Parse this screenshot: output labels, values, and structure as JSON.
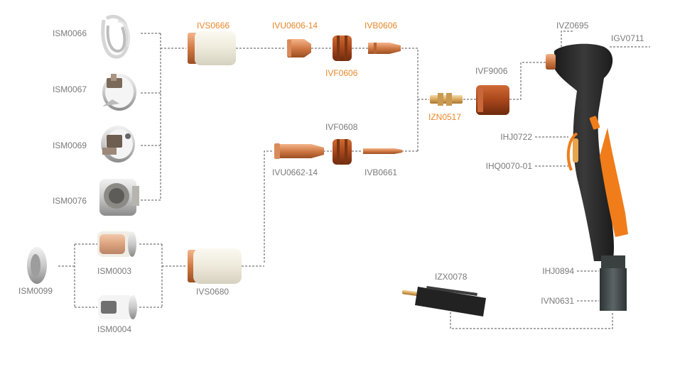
{
  "colors": {
    "label_gray": "#7a7a7a",
    "label_orange": "#e8872a",
    "connector_line": "#555555",
    "copper": "#c9703a",
    "copper_light": "#f2b48a",
    "insulator_white": "#f3f0e6",
    "torch_body": "#2a2a2a",
    "accent_orange": "#f07d1a"
  },
  "parts": {
    "shields": [
      "ISM0066",
      "ISM0067",
      "ISM0069",
      "ISM0076"
    ],
    "swirl_ring_top": "IVS0666",
    "nozzle_top": "IVU0606-14",
    "diffuser_top": "IVF0606",
    "electrode_top": "IVB0606",
    "diffuser_mid": "IVF0608",
    "nozzle_mid": "IVU0662-14",
    "electrode_mid": "IVB0661",
    "adapter": "IZN0517",
    "retaining_cap": "IVF9006",
    "head_part": "IVZ0695",
    "handle": "IGV0711",
    "trigger": "IHJ0722",
    "trigger_guard": "IHQ0070-01",
    "end_cap": "ISM0099",
    "cap_a": "ISM0003",
    "cap_b": "ISM0004",
    "swirl_ring_bottom": "IVS0680",
    "connector": "IZX0078",
    "handle_end": "IHJ0894",
    "cable": "IVN0631"
  }
}
